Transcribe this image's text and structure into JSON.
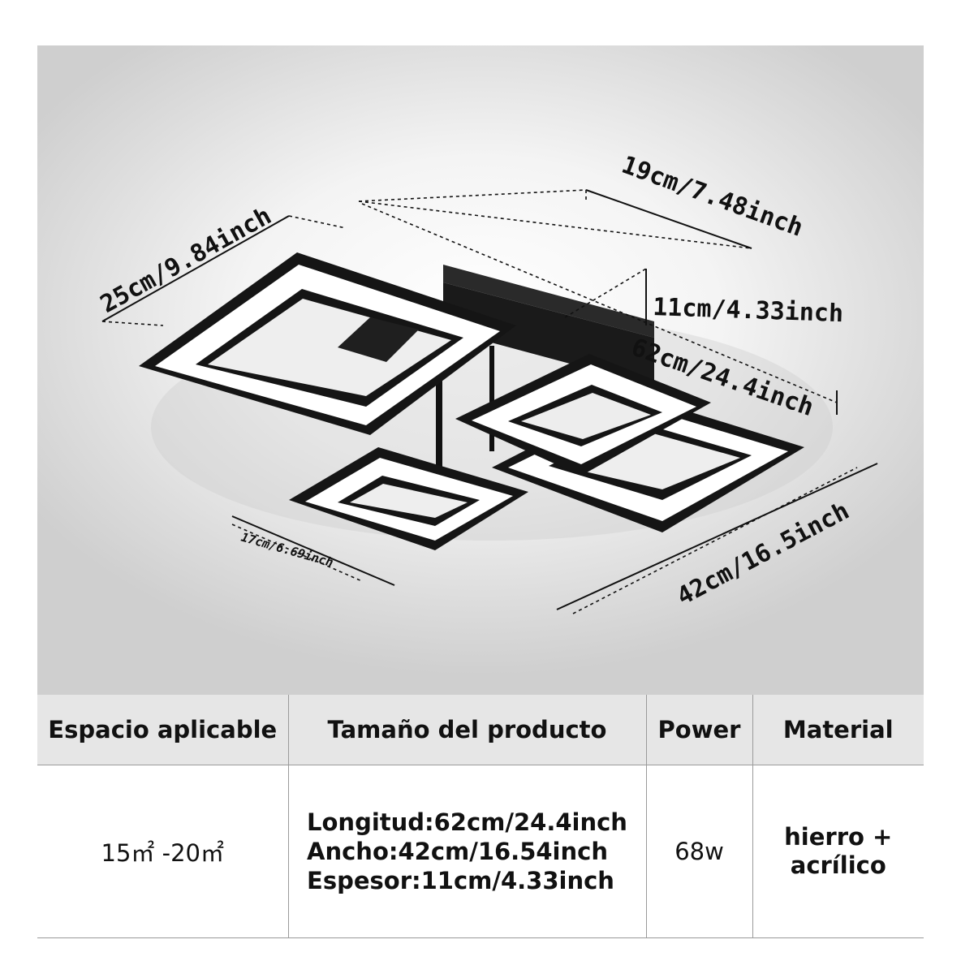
{
  "dimensions": {
    "depth_label": "19cm/7.48inch",
    "ring_large_label": "25cm/9.84inch",
    "height_label": "11cm/4.33inch",
    "length_label": "62cm/24.4inch",
    "width_label": "42cm/16.5inch",
    "ring_small_label": "17cm/6.69inch"
  },
  "table": {
    "headers": [
      "Espacio aplicable",
      "Tamaño del producto",
      "Power",
      "Material"
    ],
    "space": "15㎡ -20㎡",
    "size_lines": [
      "Longitud:62cm/24.4inch",
      "Ancho:42cm/16.54inch",
      "Espesor:11cm/4.33inch"
    ],
    "power": "68w",
    "material_lines": [
      "hierro +",
      "acrílico"
    ]
  }
}
